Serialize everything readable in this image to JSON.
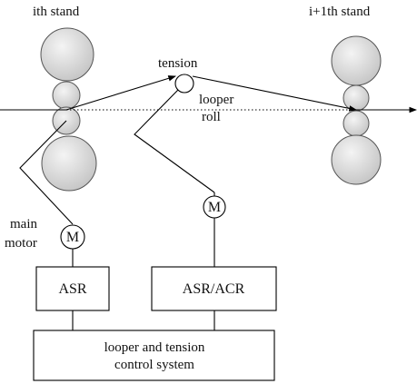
{
  "labels": {
    "ith_stand": "ith stand",
    "i1th_stand": "i+1th stand",
    "tension": "tension",
    "looper_roll_line1": "looper",
    "looper_roll_line2": "roll",
    "main_motor_line1": "main",
    "main_motor_line2": "motor",
    "motor_symbol_main": "M",
    "motor_symbol_looper": "M",
    "asr_box": "ASR",
    "asr_acr_box": "ASR/ACR",
    "control_line1": "looper and tension",
    "control_line2": "control system"
  },
  "colors": {
    "roll_fill_light": "#f2f2f2",
    "roll_fill_dark": "#c9c9c9",
    "line": "#000000"
  }
}
